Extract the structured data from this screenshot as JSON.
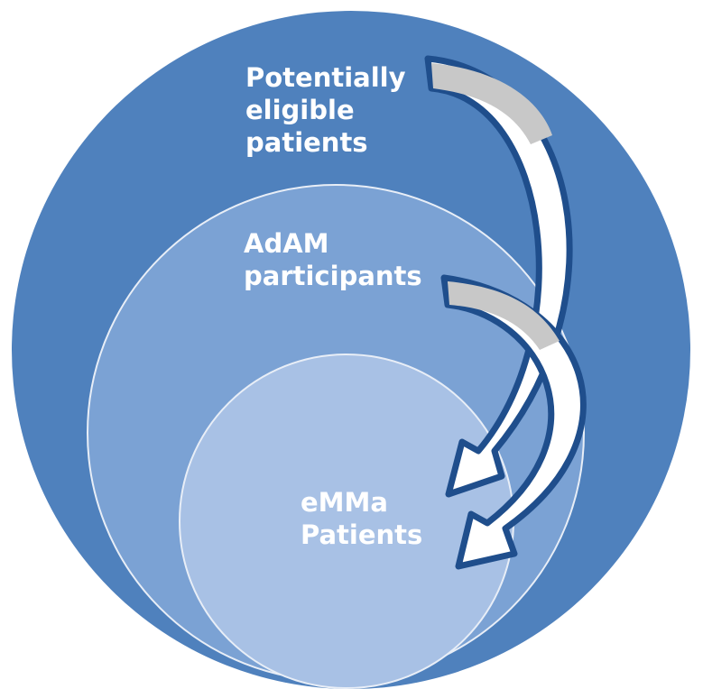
{
  "circles": {
    "outer": {
      "label_lines": [
        "Potentially",
        "eligible",
        "patients"
      ],
      "color": "#4f81bd"
    },
    "middle": {
      "label_lines": [
        "AdAM",
        "participants"
      ],
      "color": "#7ba2d4"
    },
    "inner": {
      "label_lines": [
        "eMMa",
        "Patients"
      ],
      "color": "#a8c1e5"
    }
  },
  "arrows": {
    "fill_color": "#ffffff",
    "stroke_color": "#1f4e8c",
    "tail_color": "#c8c8c8"
  },
  "colors": {
    "circle_border": "#e8eef7"
  }
}
